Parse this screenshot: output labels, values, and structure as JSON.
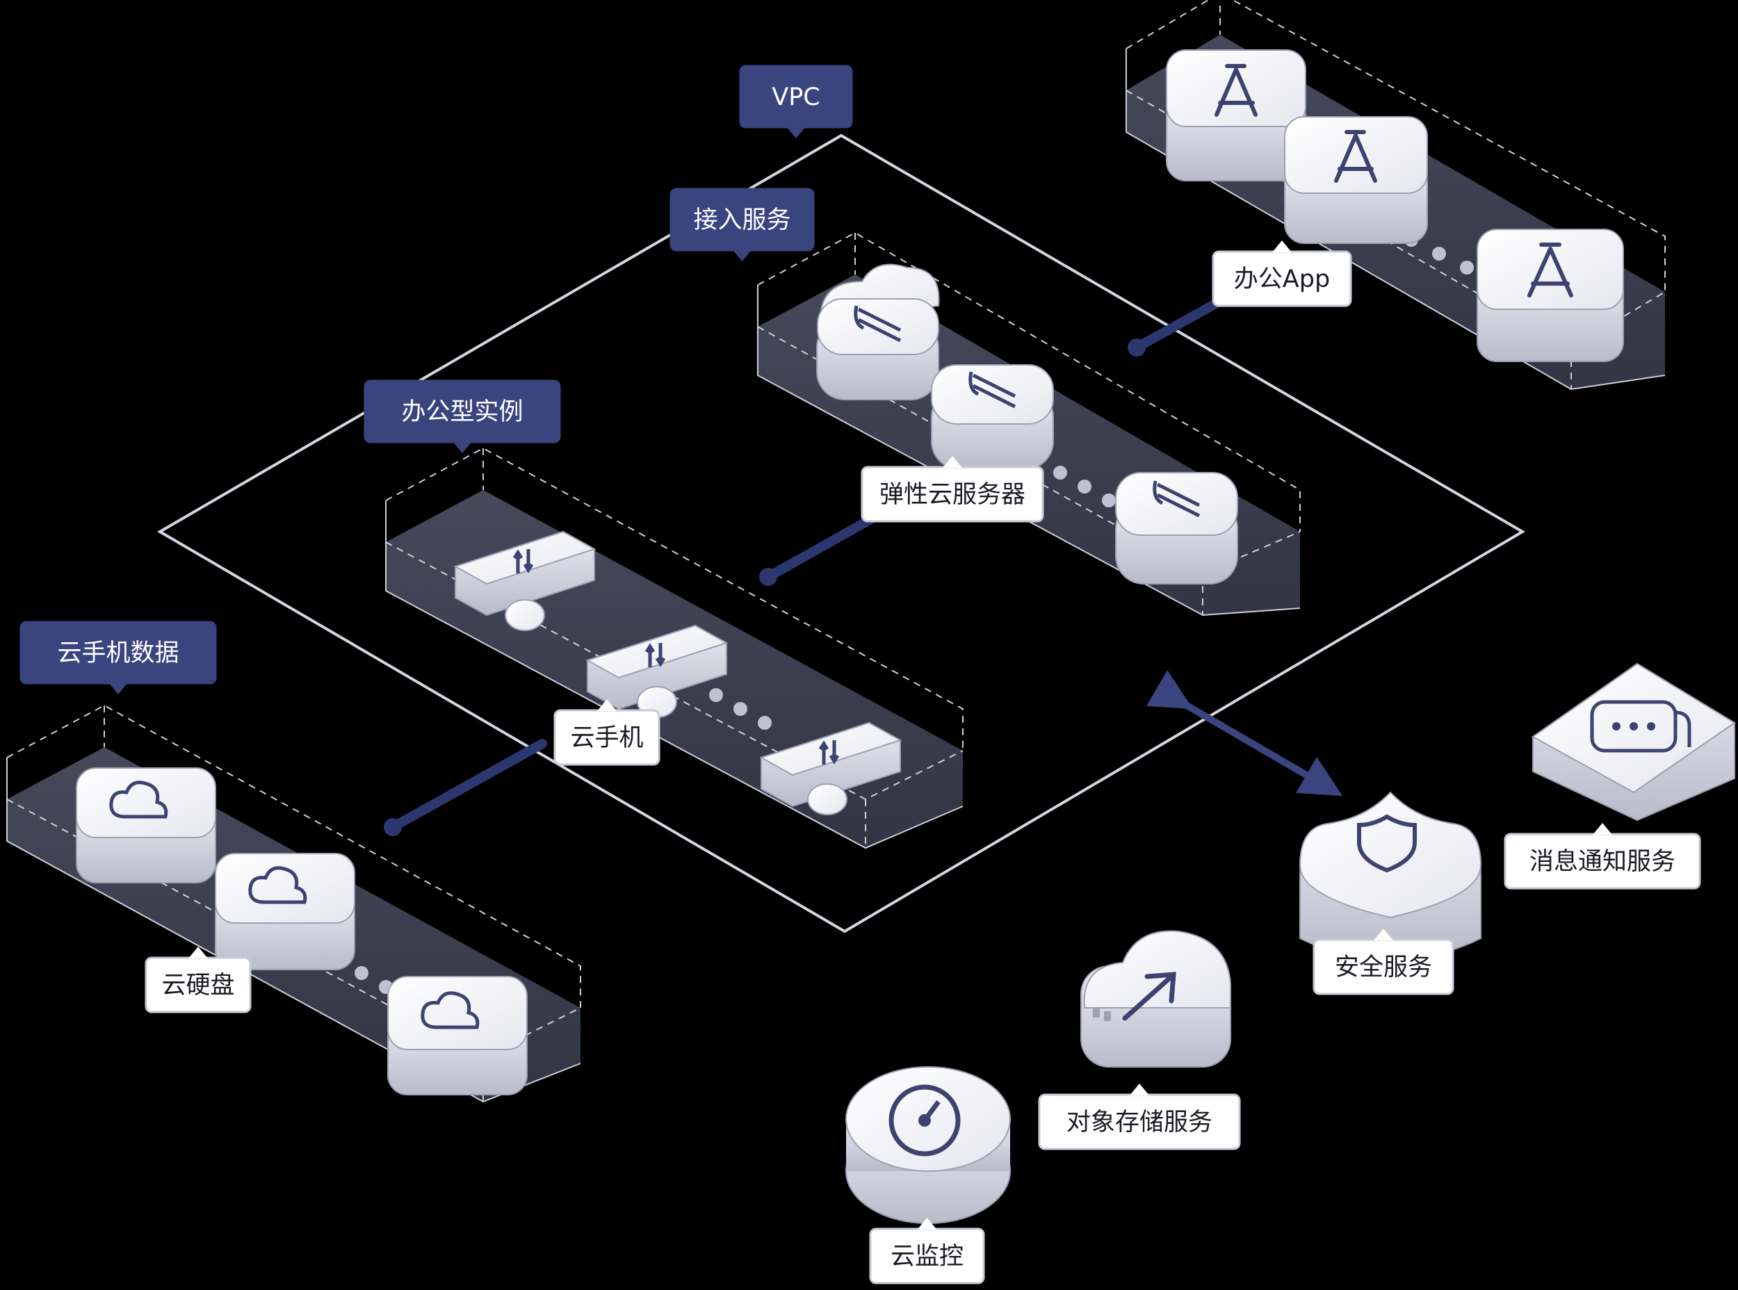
{
  "groups": {
    "vpc": "VPC",
    "access": "接入服务",
    "office_instance": "办公型实例",
    "phone_data": "云手机数据"
  },
  "nodes": {
    "office_app": "办公App",
    "ecs": "弹性云服务器",
    "cloud_phone": "云手机",
    "cloud_disk": "云硬盘",
    "message": "消息通知服务",
    "security": "安全服务",
    "obs": "对象存储服务",
    "monitor": "云监控"
  },
  "colors": {
    "background": "#000000",
    "tag": "#3a4580",
    "connector": "#2c3770",
    "device": "#f1f2f7",
    "outline": "#c9cad6"
  },
  "icons": {
    "app": "app-store-icon",
    "ecs": "cloud-server-icon",
    "phone": "phone-transfer-icon",
    "disk": "cloud-disk-icon",
    "message": "chat-bubble-icon",
    "security": "shield-icon",
    "obs": "upload-arrow-icon",
    "monitor": "gauge-icon"
  }
}
